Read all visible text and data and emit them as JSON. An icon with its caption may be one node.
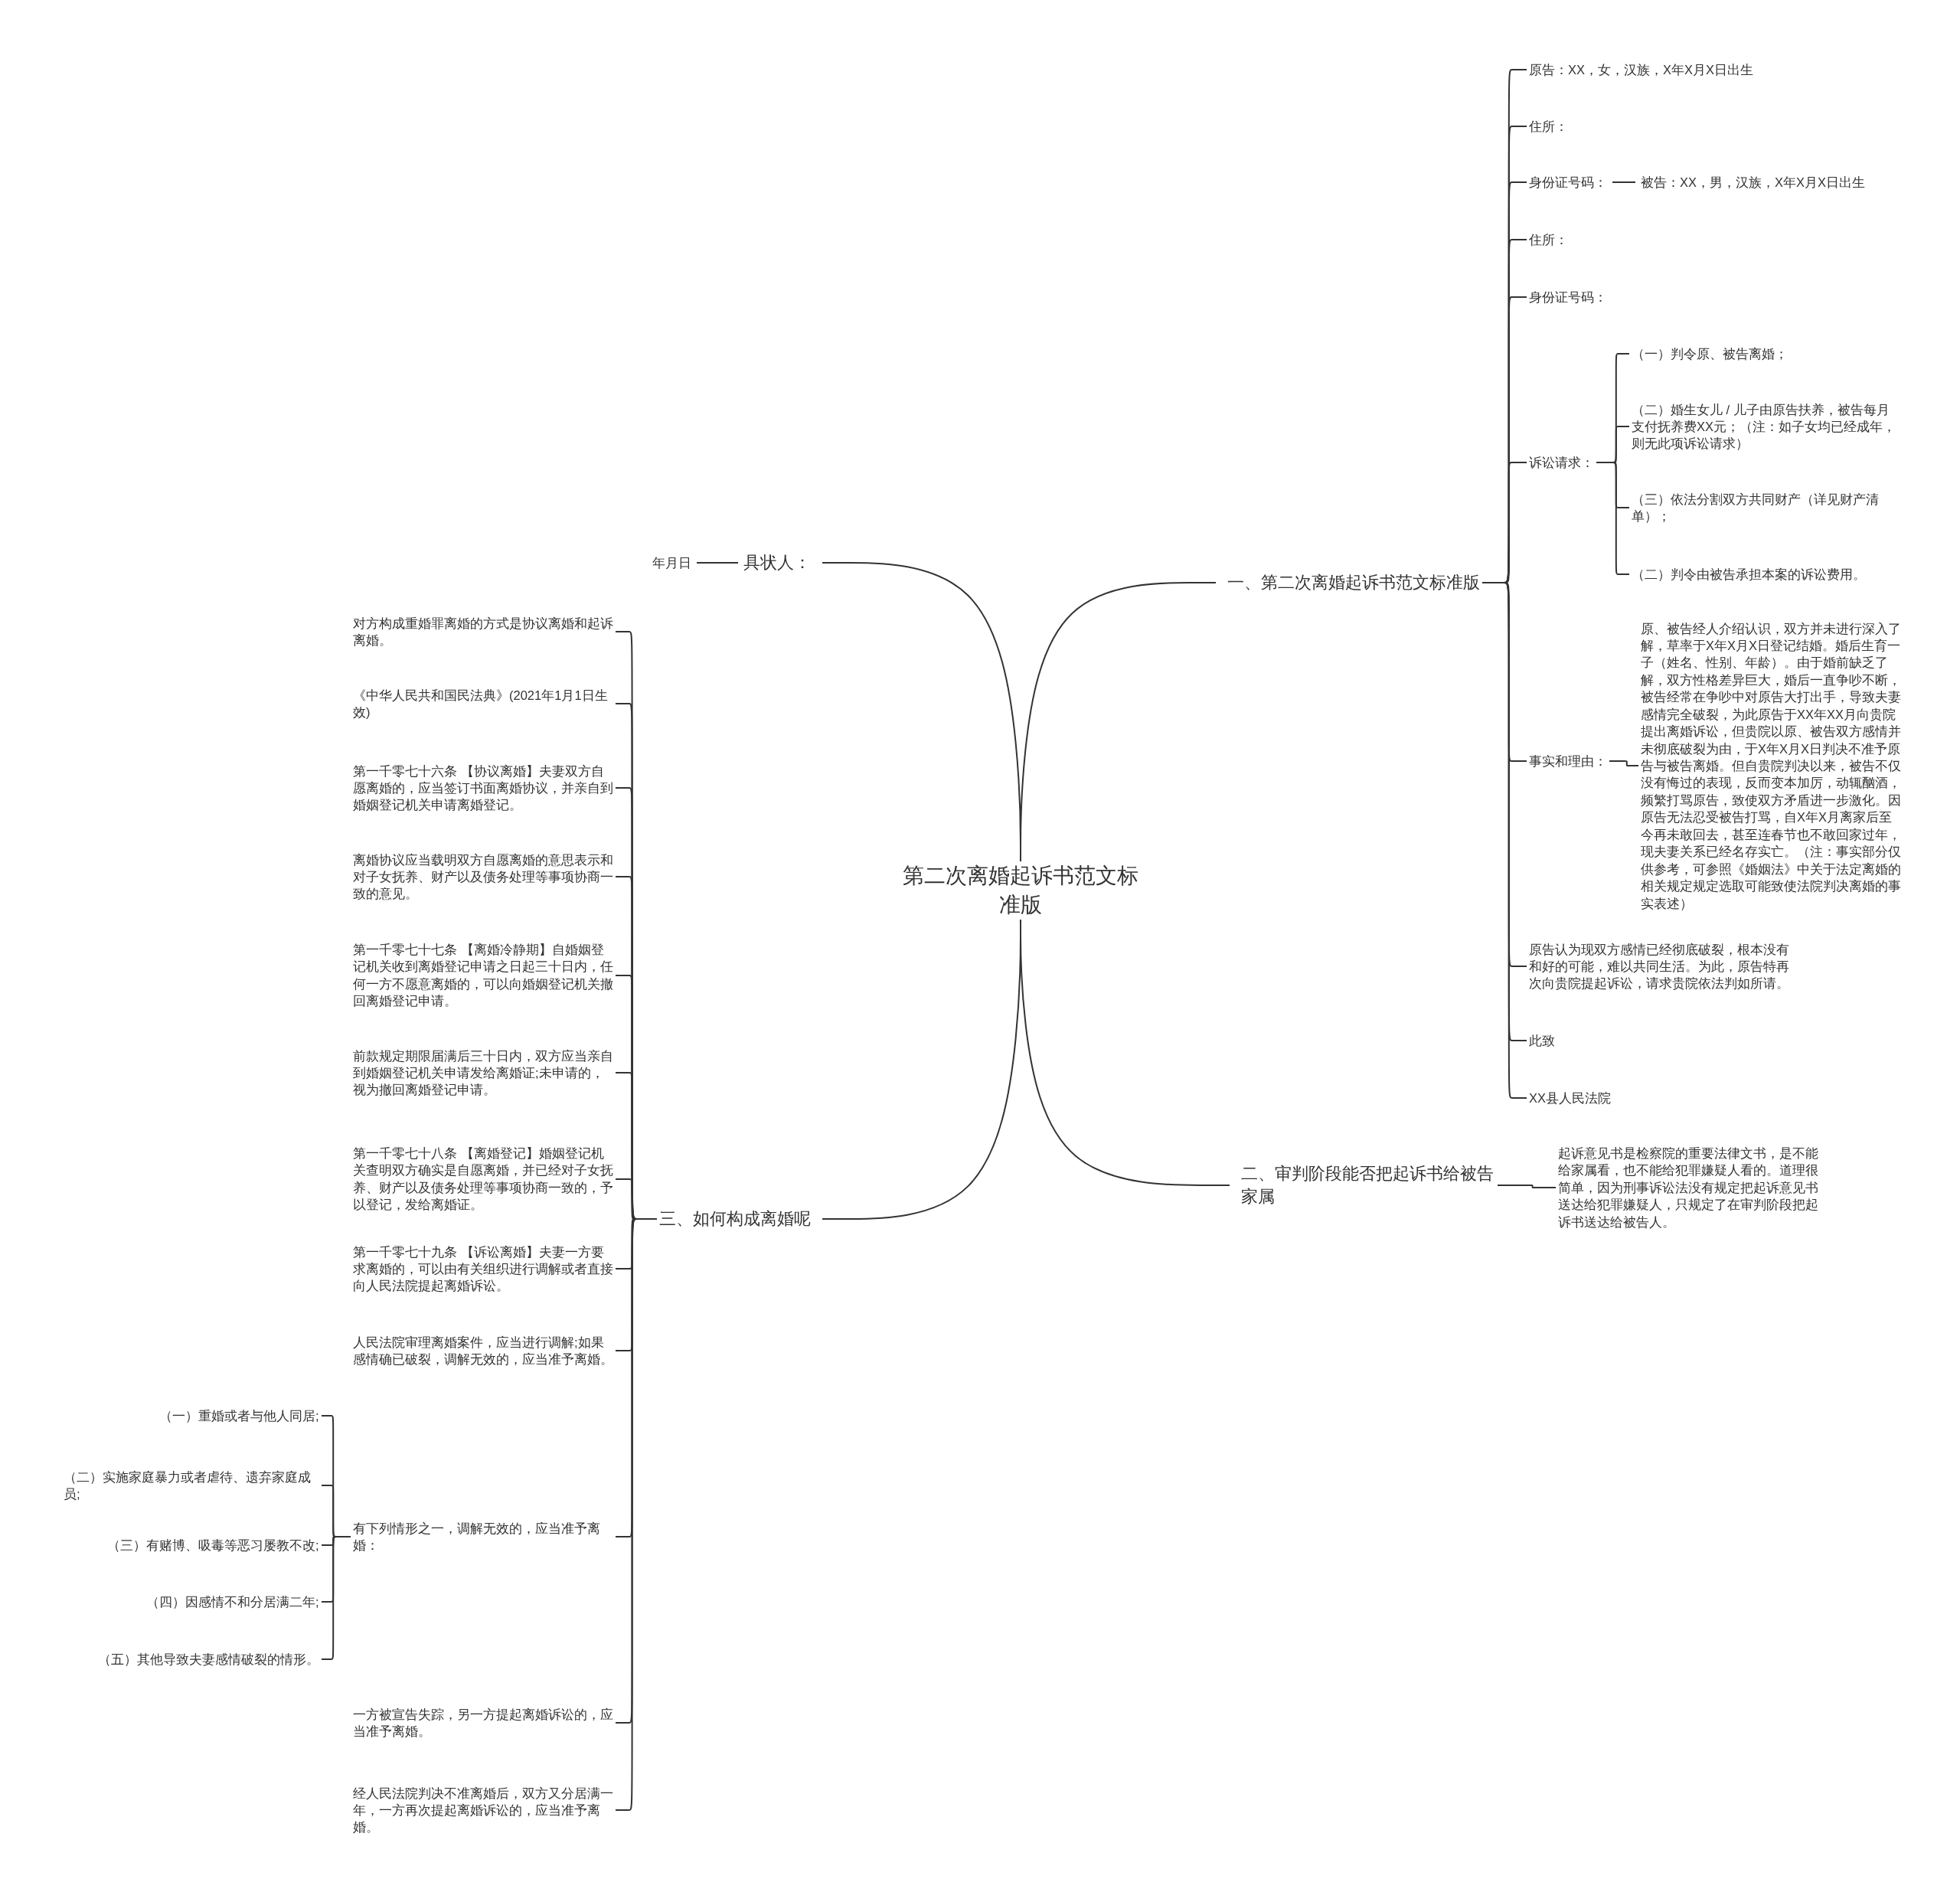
{
  "diagram": {
    "nodes": [
      {
        "text": [
          "第二次离婚起诉书范文标准版"
        ]
      },
      {
        "text": [
          "一、第二次离婚起诉书范文标准版"
        ]
      },
      {
        "text": [
          "原告：XX，女，汉族，X年X月X日出生"
        ]
      },
      {
        "text": [
          "住所："
        ]
      },
      {
        "text": [
          "身份证号码："
        ]
      },
      {
        "text": [
          "被告：XX，男，汉族，X年X月X日出生"
        ]
      },
      {
        "text": [
          "住所："
        ]
      },
      {
        "text": [
          "身份证号码："
        ]
      },
      {
        "text": [
          "诉讼请求："
        ]
      },
      {
        "text": [
          "（一）判令原、被告离婚；"
        ]
      },
      {
        "text": [
          "（二）婚生女儿 / 儿子由原告扶养，被告每月支付抚养费XX元；（注：如子女均已经成年，则无此项诉讼请求）"
        ]
      },
      {
        "text": [
          "（三）依法分割双方共同财产（详见财产清单）；"
        ]
      },
      {
        "text": [
          "（二）判令由被告承担本案的诉讼费用。"
        ]
      },
      {
        "text": [
          "事实和理由："
        ]
      },
      {
        "text": [
          "原、被告经人介绍认识，双方并未进行深入了解，草率于X年X月X日登记结婚。婚后生育一子（姓名、性别、年龄）。由于婚前缺乏了解，双方性格差异巨大，婚后一直争吵不断，被告经常在争吵中对原告大打出手，导致夫妻感情完全破裂，为此原告于XX年XX月向贵院提出离婚诉讼，但贵院以原、被告双方感情并未彻底破裂为由，于X年X月X日判决不准予原告与被告离婚。但自贵院判决以来，被告不仅没有悔过的表现，反而变本加厉，动辄酗酒，频繁打骂原告，致使双方矛盾进一步激化。因原告无法忍受被告打骂，自X年X月离家后至今再未敢回去，甚至连春节也不敢回家过年，现夫妻关系已经名存实亡。（注：事实部分仅供参考，可参照《婚姻法》中关于法定离婚的相关规定规定选取可能致使法院判决离婚的事实表述）"
        ]
      },
      {
        "text": [
          "原告认为现双方感情已经彻底破裂，根本没有和好的可能，难以共同生活。为此，原告特再次向贵院提起诉讼，请求贵院依法判如所请。"
        ]
      },
      {
        "text": [
          "此致"
        ]
      },
      {
        "text": [
          "XX县人民法院"
        ]
      },
      {
        "text": [
          "二、审判阶段能否把起诉书给被告家属"
        ]
      },
      {
        "text": [
          "起诉意见书是检察院的重要法律文书，是不能给家属看，也不能给犯罪嫌疑人看的。道理很简单，因为刑事诉讼法没有规定把起诉意见书送达给犯罪嫌疑人，只规定了在审判阶段把起诉书送达给被告人。"
        ]
      },
      {
        "text": [
          "具状人："
        ]
      },
      {
        "text": [
          "年月日"
        ]
      },
      {
        "text": [
          "三、如何构成离婚呢"
        ]
      },
      {
        "text": [
          "对方构成重婚罪离婚的方式是协议离婚和起诉离婚。"
        ]
      },
      {
        "text": [
          "《中华人民共和国民法典》(2021年1月1日生效)"
        ]
      },
      {
        "text": [
          "第一千零七十六条 【协议离婚】夫妻双方自愿离婚的，应当签订书面离婚协议，并亲自到婚姻登记机关申请离婚登记。"
        ]
      },
      {
        "text": [
          "离婚协议应当载明双方自愿离婚的意思表示和对子女抚养、财产以及债务处理等事项协商一致的意见。"
        ]
      },
      {
        "text": [
          "第一千零七十七条 【离婚冷静期】自婚姻登记机关收到离婚登记申请之日起三十日内，任何一方不愿意离婚的，可以向婚姻登记机关撤回离婚登记申请。"
        ]
      },
      {
        "text": [
          "前款规定期限届满后三十日内，双方应当亲自到婚姻登记机关申请发给离婚证;未申请的，视为撤回离婚登记申请。"
        ]
      },
      {
        "text": [
          "第一千零七十八条 【离婚登记】婚姻登记机关查明双方确实是自愿离婚，并已经对子女抚养、财产以及债务处理等事项协商一致的，予以登记，发给离婚证。"
        ]
      },
      {
        "text": [
          "第一千零七十九条 【诉讼离婚】夫妻一方要求离婚的，可以由有关组织进行调解或者直接向人民法院提起离婚诉讼。"
        ]
      },
      {
        "text": [
          "人民法院审理离婚案件，应当进行调解;如果感情确已破裂，调解无效的，应当准予离婚。"
        ]
      },
      {
        "text": [
          "有下列情形之一，调解无效的，应当准予离婚："
        ]
      },
      {
        "text": [
          "（一）重婚或者与他人同居;"
        ]
      },
      {
        "text": [
          "（二）实施家庭暴力或者虐待、遗弃家庭成员;"
        ]
      },
      {
        "text": [
          "（三）有赌博、吸毒等恶习屡教不改;"
        ]
      },
      {
        "text": [
          "（四）因感情不和分居满二年;"
        ]
      },
      {
        "text": [
          "（五）其他导致夫妻感情破裂的情形。"
        ]
      },
      {
        "text": [
          "一方被宣告失踪，另一方提起离婚诉讼的，应当准予离婚。"
        ]
      },
      {
        "text": [
          "经人民法院判决不准离婚后，双方又分居满一年，一方再次提起离婚诉讼的，应当准予离婚。"
        ]
      }
    ],
    "edges": [
      {
        "from": 0,
        "to": 1,
        "arrow": "none"
      },
      {
        "from": 1,
        "to": 2,
        "arrow": "none"
      },
      {
        "from": 1,
        "to": 3,
        "arrow": "none"
      },
      {
        "from": 1,
        "to": 4,
        "arrow": "none"
      },
      {
        "from": 4,
        "to": 5,
        "arrow": "none"
      },
      {
        "from": 1,
        "to": 6,
        "arrow": "none"
      },
      {
        "from": 1,
        "to": 7,
        "arrow": "none"
      },
      {
        "from": 1,
        "to": 8,
        "arrow": "none"
      },
      {
        "from": 8,
        "to": 9,
        "arrow": "none"
      },
      {
        "from": 8,
        "to": 10,
        "arrow": "none"
      },
      {
        "from": 8,
        "to": 11,
        "arrow": "none"
      },
      {
        "from": 8,
        "to": 12,
        "arrow": "none"
      },
      {
        "from": 1,
        "to": 13,
        "arrow": "none"
      },
      {
        "from": 13,
        "to": 14,
        "arrow": "none"
      },
      {
        "from": 1,
        "to": 15,
        "arrow": "none"
      },
      {
        "from": 1,
        "to": 16,
        "arrow": "none"
      },
      {
        "from": 1,
        "to": 17,
        "arrow": "none"
      },
      {
        "from": 0,
        "to": 18,
        "arrow": "none"
      },
      {
        "from": 18,
        "to": 19,
        "arrow": "none"
      },
      {
        "from": 0,
        "to": 20,
        "arrow": "none"
      },
      {
        "from": 20,
        "to": 21,
        "arrow": "none"
      },
      {
        "from": 0,
        "to": 22,
        "arrow": "none"
      },
      {
        "from": 22,
        "to": 23,
        "arrow": "none"
      },
      {
        "from": 22,
        "to": 24,
        "arrow": "none"
      },
      {
        "from": 22,
        "to": 25,
        "arrow": "none"
      },
      {
        "from": 22,
        "to": 26,
        "arrow": "none"
      },
      {
        "from": 22,
        "to": 27,
        "arrow": "none"
      },
      {
        "from": 22,
        "to": 28,
        "arrow": "none"
      },
      {
        "from": 22,
        "to": 29,
        "arrow": "none"
      },
      {
        "from": 22,
        "to": 30,
        "arrow": "none"
      },
      {
        "from": 22,
        "to": 31,
        "arrow": "none"
      },
      {
        "from": 22,
        "to": 32,
        "arrow": "none"
      },
      {
        "from": 32,
        "to": 33,
        "arrow": "none"
      },
      {
        "from": 32,
        "to": 34,
        "arrow": "none"
      },
      {
        "from": 32,
        "to": 35,
        "arrow": "none"
      },
      {
        "from": 32,
        "to": 36,
        "arrow": "none"
      },
      {
        "from": 32,
        "to": 37,
        "arrow": "none"
      },
      {
        "from": 22,
        "to": 38,
        "arrow": "none"
      },
      {
        "from": 22,
        "to": 39,
        "arrow": "none"
      }
    ]
  }
}
